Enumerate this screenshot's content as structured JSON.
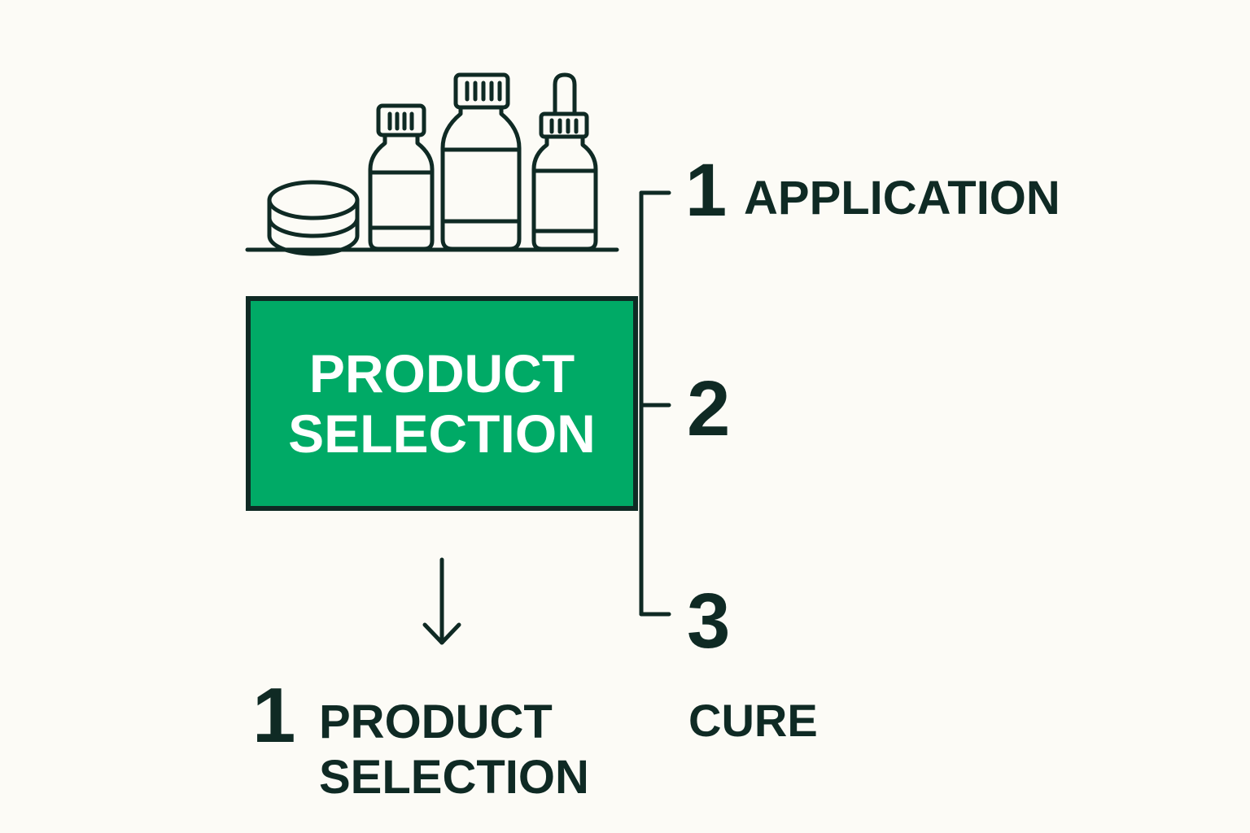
{
  "colors": {
    "background": "#fcfbf6",
    "ink": "#0f2a24",
    "accent_green": "#00aa66",
    "box_text": "#ffffff"
  },
  "main_box": {
    "line1": "PRODUCT",
    "line2": "SELECTION"
  },
  "steps": [
    {
      "number": "1",
      "label": "APPLICATION"
    },
    {
      "number": "2",
      "label": ""
    },
    {
      "number": "3",
      "label": "CURE"
    }
  ],
  "bottom_step": {
    "number": "1",
    "line1": "PRODUCT",
    "line2": "SELECTION"
  },
  "icons": [
    "jar-icon",
    "small-bottle-icon",
    "large-bottle-icon",
    "dropper-bottle-icon",
    "arrow-down-icon"
  ]
}
